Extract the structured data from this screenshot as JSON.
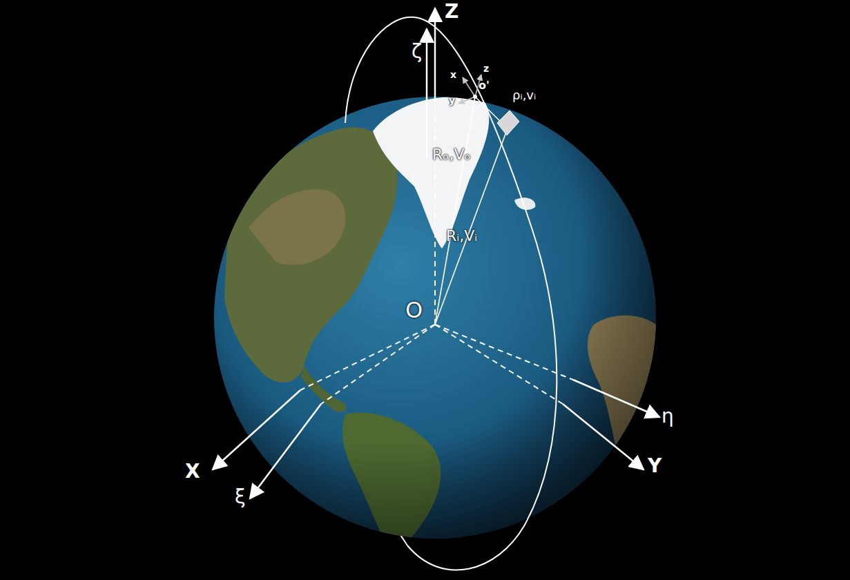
{
  "diagram": {
    "labels": [
      "Z",
      "ζ",
      "x",
      "z",
      "y",
      "o'",
      "ρᵢ,vᵢ",
      "Rₒ,Vₒ",
      "Rᵢ,Vᵢ",
      "O",
      "X",
      "ξ",
      "η",
      "Y"
    ]
  }
}
